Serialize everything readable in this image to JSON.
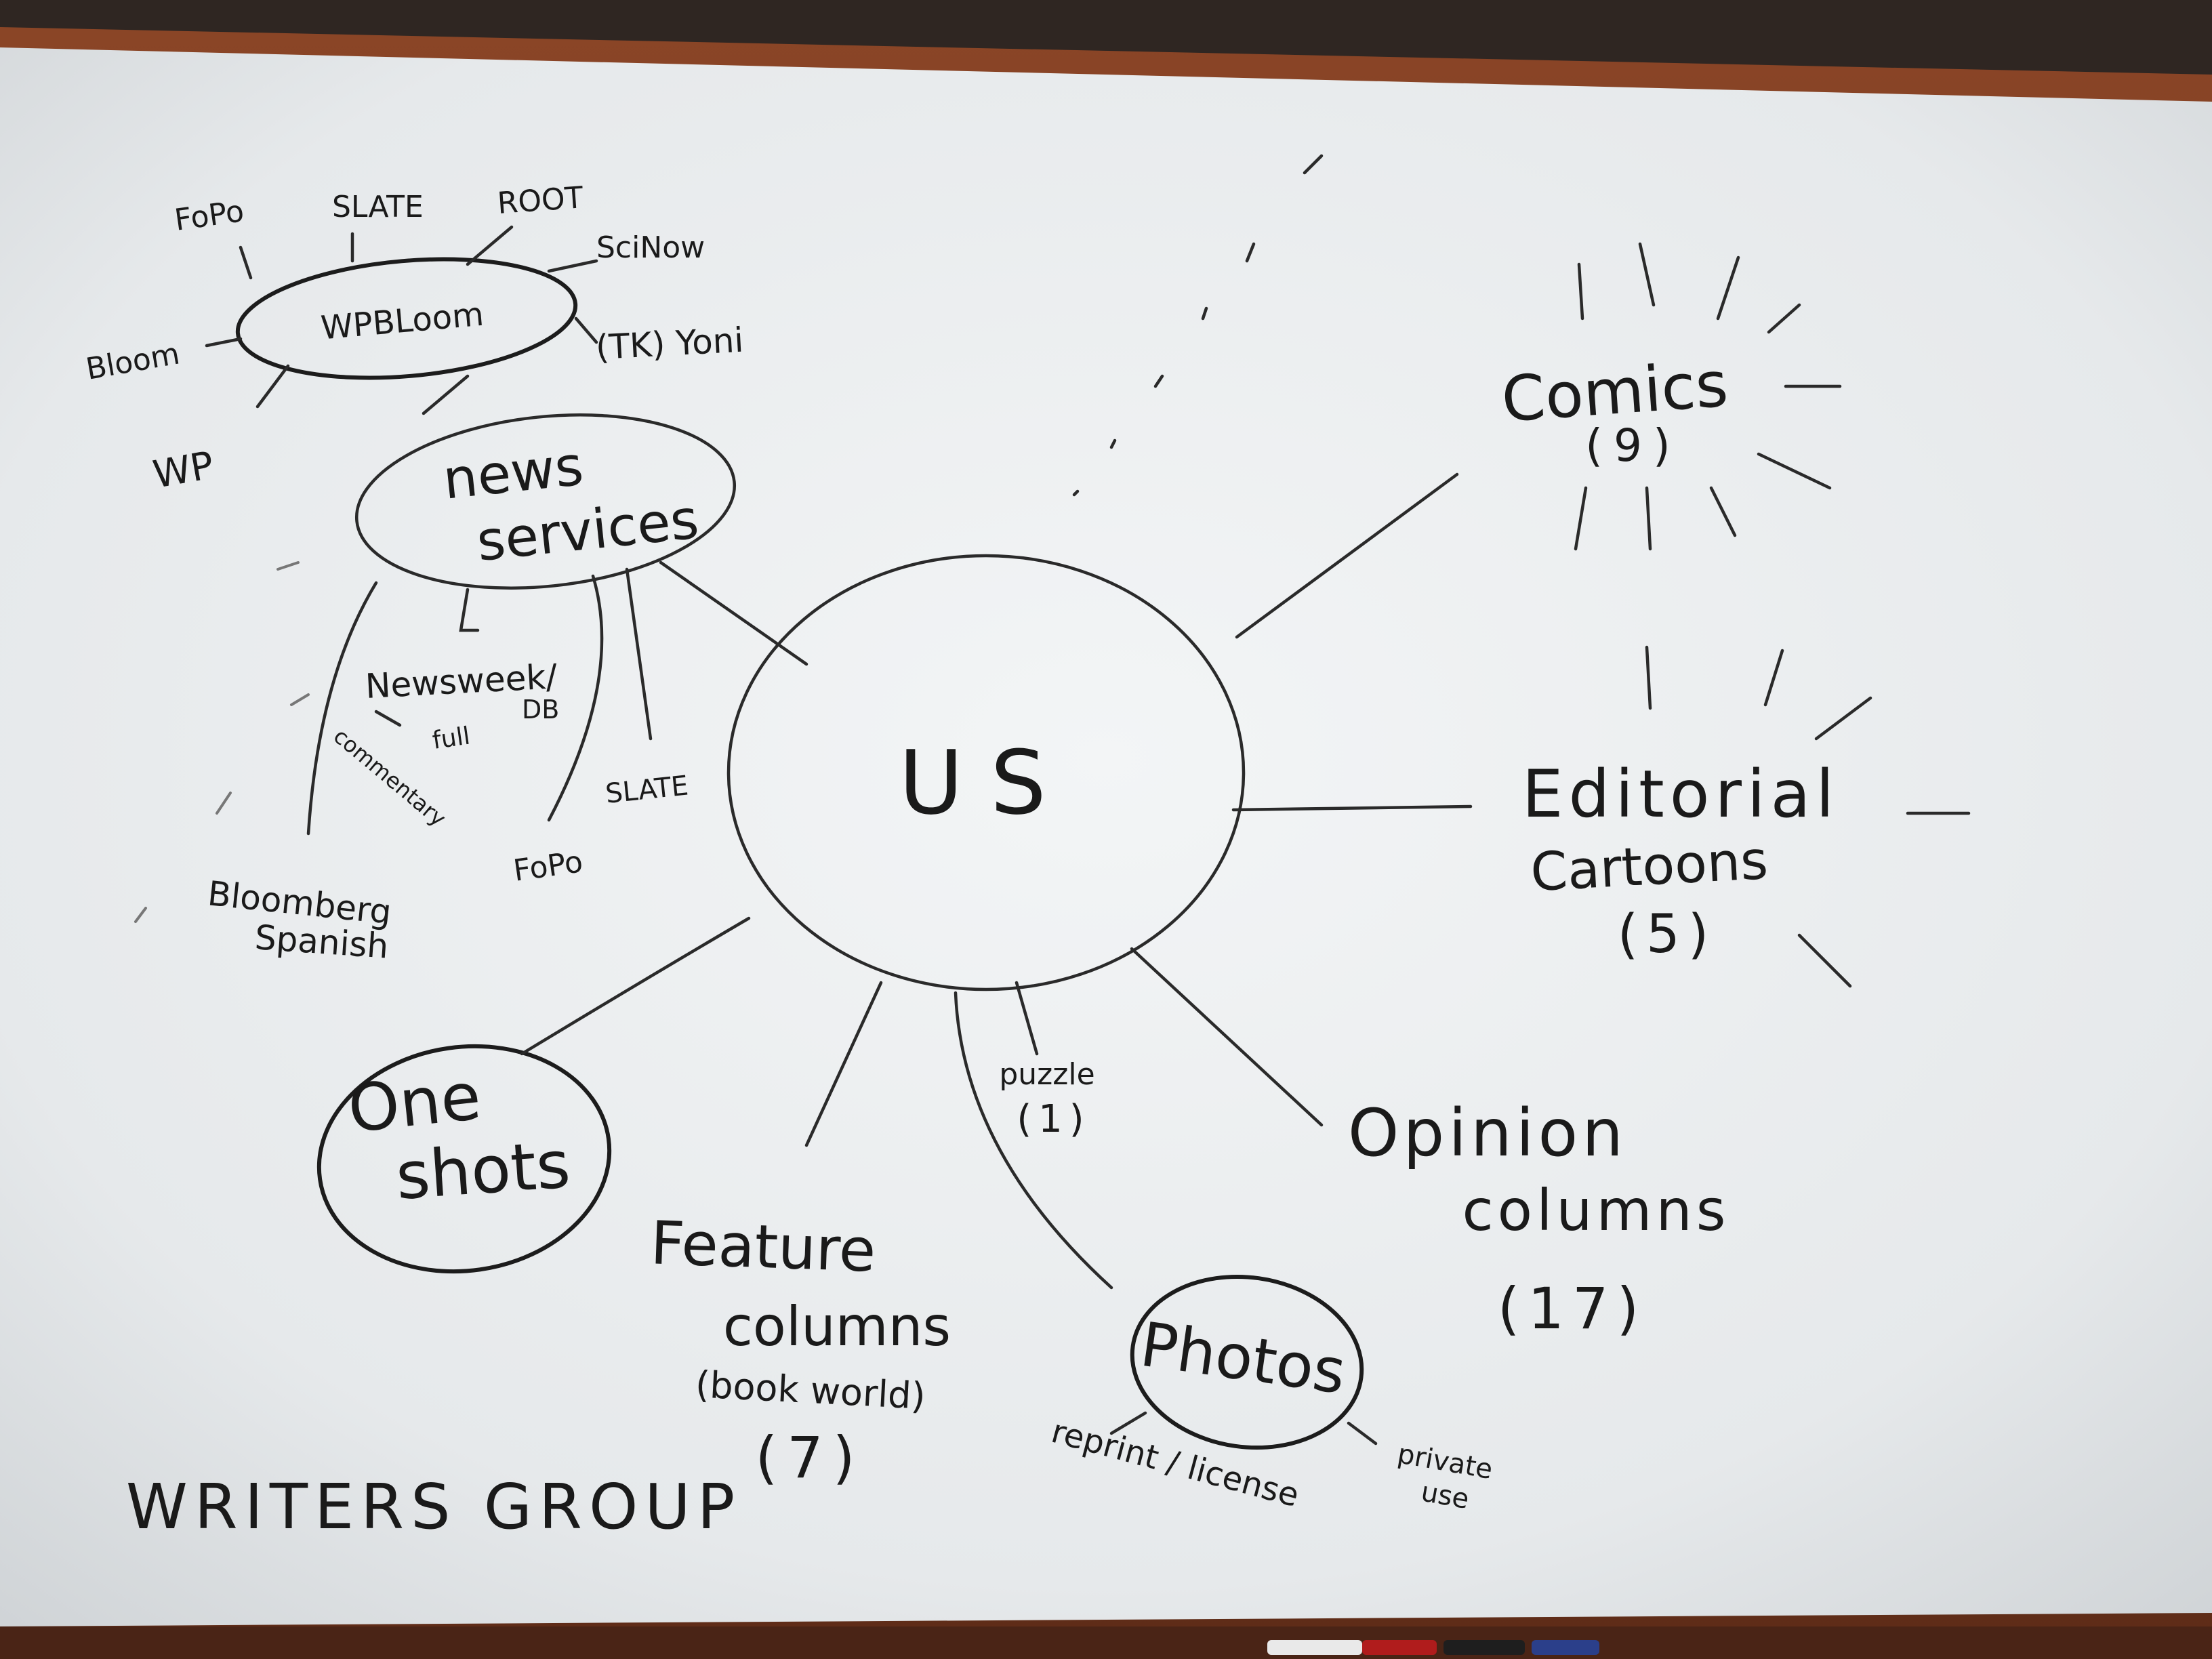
{
  "colors": {
    "frame": "#7a3b22",
    "board": "#e9ecee",
    "ink": "#1c1c1c"
  },
  "center": {
    "label": "US"
  },
  "news_services": {
    "label_line1": "news",
    "label_line2": "services",
    "subgroup": {
      "label": "WPBLoom",
      "sources": [
        "FoPo",
        "SLATE",
        "ROOT",
        "SciNow",
        "(TK) Yoni",
        "Bloom",
        "WP"
      ]
    },
    "children": {
      "newsweek": "Newsweek/",
      "db": "DB",
      "full": "full",
      "commentary": "commentary",
      "slate": "SLATE",
      "fopo": "FoPo",
      "bloomberg_line1": "Bloomberg",
      "bloomberg_line2": "Spanish"
    }
  },
  "comics": {
    "label": "Comics",
    "count": "(9)"
  },
  "editorial_cartoons": {
    "label_line1": "Editorial",
    "label_line2": "Cartoons",
    "count": "(5)"
  },
  "opinion_columns": {
    "label_line1": "Opinion",
    "label_line2": "columns",
    "count": "(17)"
  },
  "puzzle": {
    "label": "puzzle",
    "count": "(1)"
  },
  "photos": {
    "label": "Photos",
    "reprint": "reprint / license",
    "private_line1": "private",
    "private_line2": "use"
  },
  "feature_columns": {
    "label_line1": "Feature",
    "label_line2": "columns",
    "note": "(book world)",
    "count": "(7)"
  },
  "one_shots": {
    "label_line1": "One",
    "label_line2": "shots"
  },
  "footer": {
    "label": "WRITERS GROUP"
  }
}
